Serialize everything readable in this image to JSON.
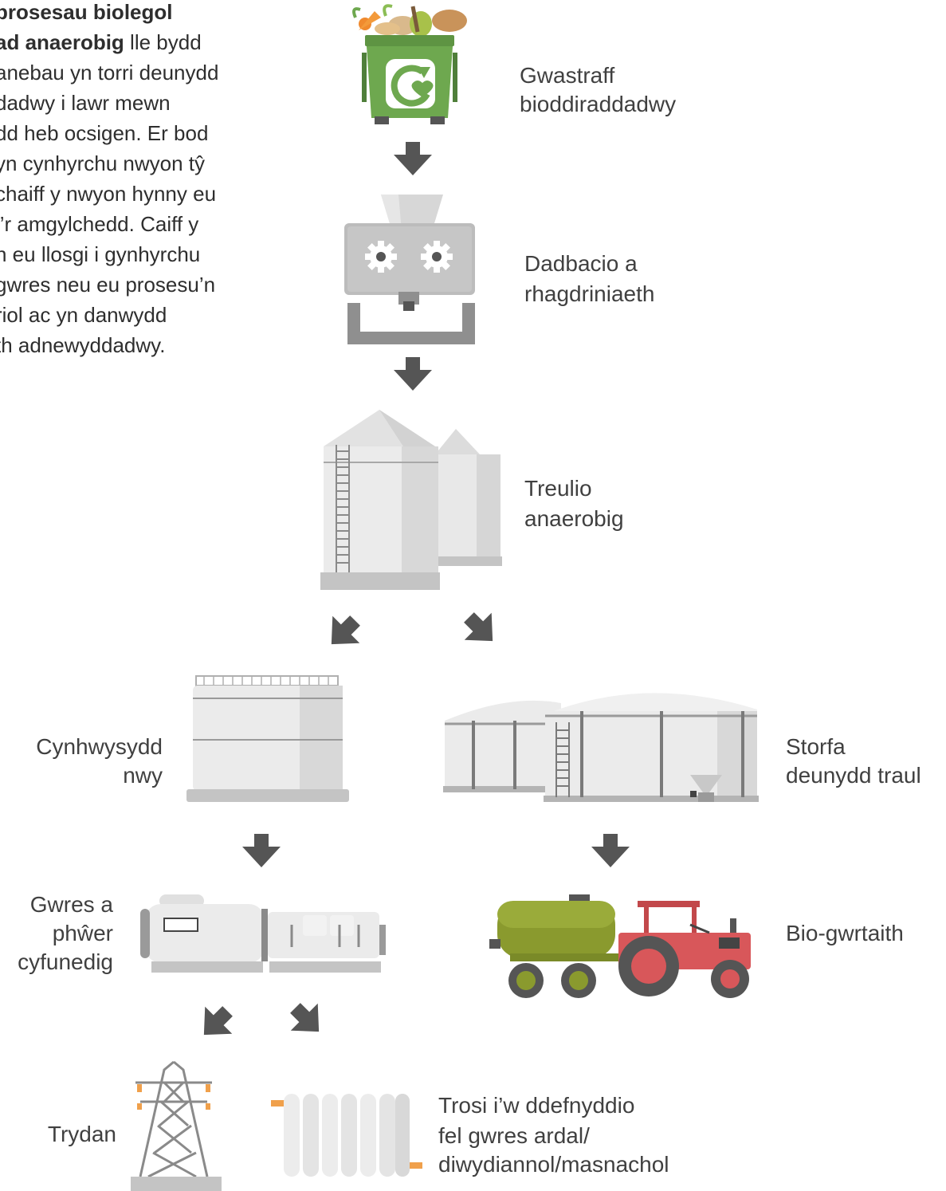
{
  "intro": {
    "lines": [
      {
        "bold": "brosesau biolegol",
        "rest": ""
      },
      {
        "bold": "ad anaerobig",
        "rest": " lle bydd"
      },
      {
        "bold": "",
        "rest": "anebau yn torri deunydd"
      },
      {
        "bold": "",
        "rest": "dadwy i lawr mewn"
      },
      {
        "bold": "",
        "rest": "dd heb ocsigen. Er bod"
      },
      {
        "bold": "",
        "rest": "yn cynhyrchu nwyon tŷ"
      },
      {
        "bold": "",
        "rest": "chaiff y nwyon hynny eu"
      },
      {
        "bold": "",
        "rest": " i’r amgylchedd. Caiff y"
      },
      {
        "bold": "",
        "rest": "n eu llosgi i gynhyrchu"
      },
      {
        "bold": "",
        "rest": "gwres neu eu prosesu’n"
      },
      {
        "bold": "",
        "rest": "riol ac yn danwydd"
      },
      {
        "bold": "",
        "rest": "th adnewyddadwy."
      }
    ]
  },
  "steps": {
    "waste": {
      "icon": "compost-bin-icon",
      "line1": "Gwastraff",
      "line2": "bioddiraddadwy"
    },
    "pretreat": {
      "icon": "shredder-machine-icon",
      "line1": "Dadbacio a",
      "line2": "rhagdriniaeth"
    },
    "digestion": {
      "icon": "silo-icon",
      "line1": "Treulio",
      "line2": "anaerobig"
    },
    "gas": {
      "icon": "gas-tank-icon",
      "line1": "Cynhwysydd",
      "line2": "nwy"
    },
    "digestate": {
      "icon": "storage-tank-icon",
      "line1": "Storfa",
      "line2": "deunydd traul"
    },
    "chp": {
      "icon": "generator-engine-icon",
      "line1": "Gwres a",
      "line2": "phŵer",
      "line3": "cyfunedig"
    },
    "fertiliser": {
      "icon": "tractor-tanker-icon",
      "line1": "Bio-gwrtaith"
    },
    "electricity": {
      "icon": "pylon-icon",
      "line1": "Trydan"
    },
    "heat": {
      "icon": "radiator-icon",
      "line1": "Trosi i’w ddefnyddio",
      "line2": "fel gwres ardal/",
      "line3": "diwydiannol/masnachol"
    }
  },
  "colors": {
    "arrow": "#555555",
    "bin": "#6ea84f",
    "tanker": "#8a9a2e",
    "tractor": "#d8575a",
    "steel": "#e4e4e4",
    "shade": "#c8c8c8"
  }
}
